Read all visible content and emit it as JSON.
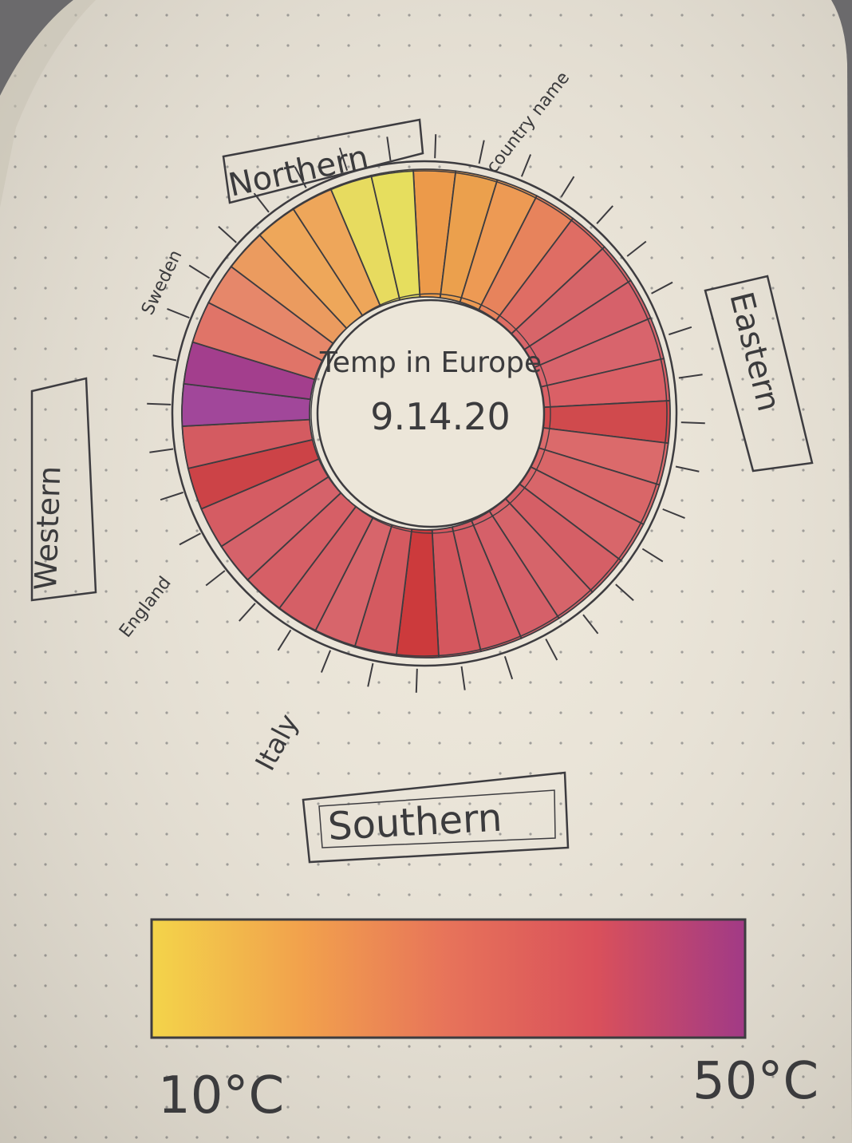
{
  "chart_data": {
    "type": "radial-heatmap",
    "title": "Temp in Europe",
    "date": "9.14.20",
    "direction_labels": {
      "north": "Northern",
      "east": "Eastern",
      "south": "Southern",
      "west": "Western"
    },
    "annotation": "country name",
    "country_labels": [
      "Sweden",
      "England",
      "Italy"
    ],
    "legend": {
      "min_label": "10°C",
      "max_label": "50°C",
      "stops": [
        "#f3d44a",
        "#f2a24c",
        "#e7735a",
        "#d9505b",
        "#a13a86"
      ]
    },
    "segments": [
      {
        "color": "#ec9a4a"
      },
      {
        "color": "#eba04d"
      },
      {
        "color": "#ed9a54"
      },
      {
        "color": "#e7835c"
      },
      {
        "color": "#df6d64"
      },
      {
        "color": "#d76569"
      },
      {
        "color": "#d6616a"
      },
      {
        "color": "#d8646c"
      },
      {
        "color": "#da6066"
      },
      {
        "color": "#d04a4d"
      },
      {
        "color": "#db6a6b"
      },
      {
        "color": "#d96668"
      },
      {
        "color": "#d8666a"
      },
      {
        "color": "#d55f66"
      },
      {
        "color": "#d6646a"
      },
      {
        "color": "#d56069"
      },
      {
        "color": "#d45c64"
      },
      {
        "color": "#d4575e"
      },
      {
        "color": "#cc3a3c"
      },
      {
        "color": "#d45a60"
      },
      {
        "color": "#d7656b"
      },
      {
        "color": "#d55f66"
      },
      {
        "color": "#d65f66"
      },
      {
        "color": "#d5626a"
      },
      {
        "color": "#d55c63"
      },
      {
        "color": "#cc4347"
      },
      {
        "color": "#d45b61"
      },
      {
        "color": "#a1479a"
      },
      {
        "color": "#a33e8d"
      },
      {
        "color": "#e07468"
      },
      {
        "color": "#e6876a"
      },
      {
        "color": "#eb9b5f"
      },
      {
        "color": "#eea75a"
      },
      {
        "color": "#eea65a"
      },
      {
        "color": "#e7db5f"
      },
      {
        "color": "#e6de5e"
      }
    ]
  }
}
